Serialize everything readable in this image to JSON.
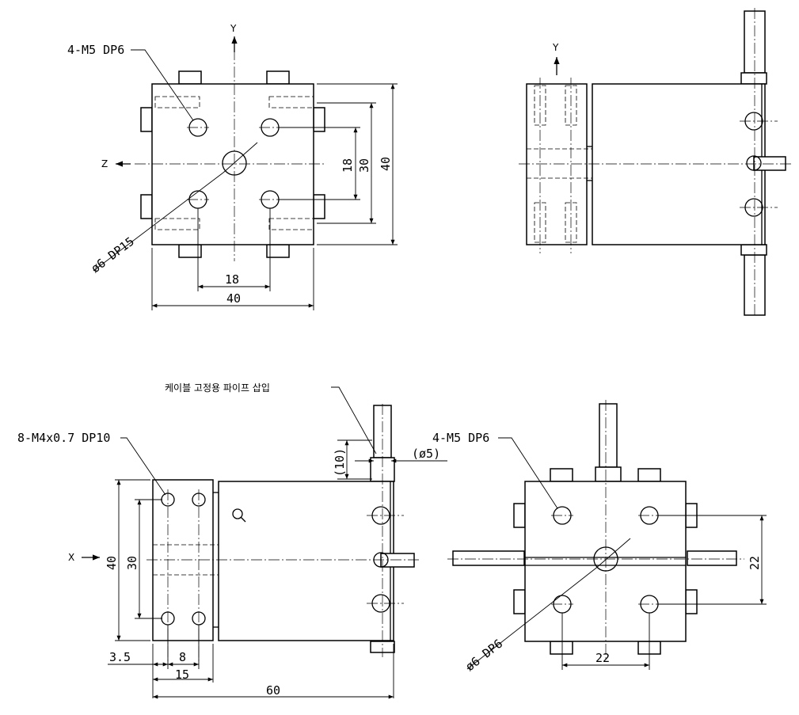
{
  "colors": {
    "line": "#000000",
    "background": "#ffffff"
  },
  "axes": {
    "y": "Y",
    "z": "Z",
    "x": "X"
  },
  "front_view": {
    "tap_label": "4-M5 DP6",
    "bore_label": "ø6 DP15",
    "dim_height_inner": "18",
    "dim_height_mid": "30",
    "dim_height_outer": "40",
    "dim_width_inner": "18",
    "dim_width_outer": "40"
  },
  "side_view": {
    "cable_label": "케이블 고정용 파이프 삽입",
    "tap_label": "8-M4x0.7 DP10",
    "dim_pipe_length": "(10)",
    "dim_pipe_dia": "(ø5)",
    "dim_height_outer": "40",
    "dim_height_inner": "30",
    "dim_offset": "3.5",
    "dim_pitch": "8",
    "dim_plate": "15",
    "dim_total": "60"
  },
  "bottom_view": {
    "tap_label": "4-M5 DP6",
    "bore_label": "ø6 DP6",
    "dim_vertical": "22",
    "dim_horizontal": "22"
  }
}
